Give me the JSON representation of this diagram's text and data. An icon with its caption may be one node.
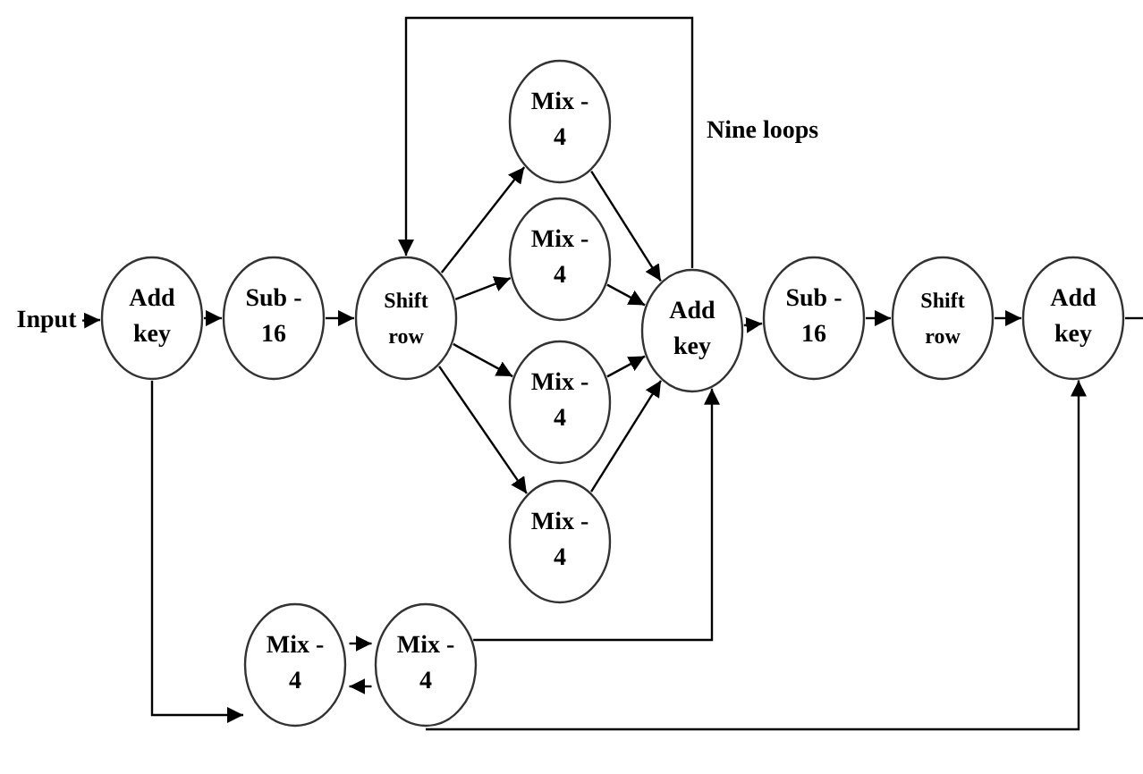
{
  "diagram": {
    "nodes": [
      {
        "text": [
          "Input"
        ]
      },
      {
        "text": [
          "Add key"
        ]
      },
      {
        "text": [
          "Sub - 16"
        ]
      },
      {
        "text": [
          "Shift row"
        ]
      },
      {
        "text": [
          "Mix - 4"
        ]
      },
      {
        "text": [
          "Mix - 4"
        ]
      },
      {
        "text": [
          "Mix - 4"
        ]
      },
      {
        "text": [
          "Mix - 4"
        ]
      },
      {
        "text": [
          "Add key"
        ]
      },
      {
        "text": [
          "Sub - 16"
        ]
      },
      {
        "text": [
          "Shift row"
        ]
      },
      {
        "text": [
          "Add key"
        ]
      },
      {
        "text": [
          "Mix - 4"
        ]
      },
      {
        "text": [
          "Mix - 4"
        ]
      }
    ],
    "edges": [
      {
        "from": 0,
        "to": 1,
        "arrow": "to"
      },
      {
        "from": 1,
        "to": 2,
        "arrow": "to"
      },
      {
        "from": 2,
        "to": 3,
        "arrow": "to"
      },
      {
        "from": 3,
        "to": 4,
        "arrow": "to"
      },
      {
        "from": 3,
        "to": 5,
        "arrow": "to"
      },
      {
        "from": 3,
        "to": 6,
        "arrow": "to"
      },
      {
        "from": 3,
        "to": 7,
        "arrow": "to"
      },
      {
        "from": 4,
        "to": 8,
        "arrow": "to"
      },
      {
        "from": 5,
        "to": 8,
        "arrow": "to"
      },
      {
        "from": 6,
        "to": 8,
        "arrow": "to"
      },
      {
        "from": 7,
        "to": 8,
        "arrow": "to"
      },
      {
        "from": 8,
        "to": 3,
        "arrow": "to",
        "label": "Nine loops"
      },
      {
        "from": 8,
        "to": 9,
        "arrow": "to"
      },
      {
        "from": 9,
        "to": 10,
        "arrow": "to"
      },
      {
        "from": 10,
        "to": 11,
        "arrow": "to"
      },
      {
        "from": 11,
        "to": null,
        "arrow": "none"
      },
      {
        "from": 1,
        "to": 12,
        "arrow": "to"
      },
      {
        "from": 12,
        "to": 13,
        "arrow": "to"
      },
      {
        "from": 13,
        "to": 12,
        "arrow": "to"
      },
      {
        "from": 13,
        "to": 8,
        "arrow": "to"
      },
      {
        "from": 13,
        "to": 11,
        "arrow": "to"
      }
    ]
  }
}
